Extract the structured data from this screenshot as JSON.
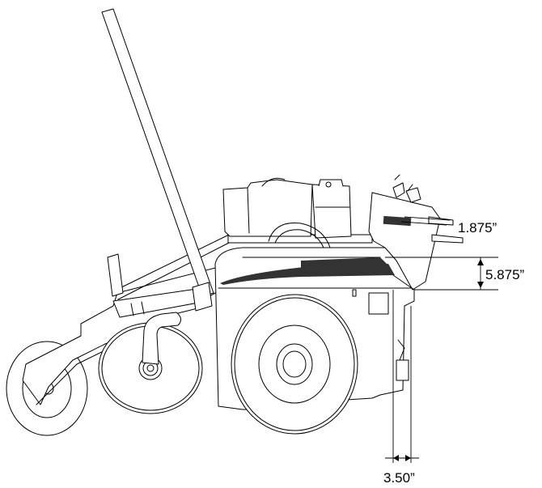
{
  "dimensions": {
    "height_to_console": "1.875”",
    "shroud_height": "5.875”",
    "front_overhang": "3.50”"
  }
}
